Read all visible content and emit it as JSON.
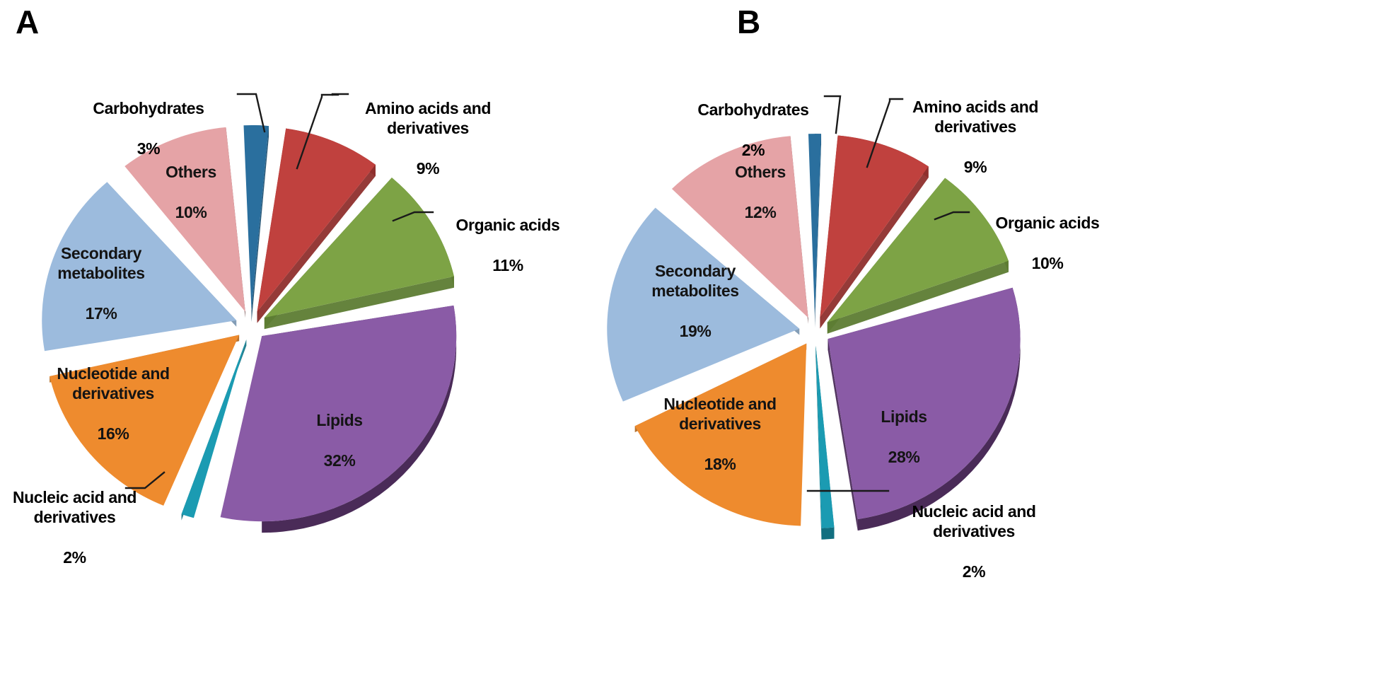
{
  "figure": {
    "panels": [
      {
        "letter": "A"
      },
      {
        "letter": "B"
      }
    ]
  },
  "colors": {
    "amino_acids": "#c0413e",
    "organic_acids": "#7da345",
    "lipids": "#8a5ba6",
    "nucleic_acid": "#1b9bb2",
    "nucleotide": "#ee8b2e",
    "secondary_metabolites": "#9cbbdd",
    "others": "#e5a3a6",
    "carbohydrates": "#2a6f9e",
    "amino_acids_side": "#8f2f2d",
    "organic_acids_side": "#5d7c33",
    "lipids_side": "#4a2b58",
    "nucleic_acid_side": "#126f80",
    "nucleotide_side": "#b06418",
    "secondary_metabolites_side": "#7592ae",
    "others_side": "#5e3434",
    "carbohydrates_side": "#1d4f70",
    "leader_line": "#1a1a1a",
    "text": "#111111",
    "background": "#ffffff"
  },
  "chart_data": [
    {
      "type": "pie",
      "panel": "A",
      "title": "",
      "legend_position": "labels-on-slices",
      "labels": [
        "Carbohydrates",
        "Amino acids and derivatives",
        "Organic acids",
        "Lipids",
        "Nucleic acid and derivatives",
        "Nucleotide and derivatives",
        "Secondary metabolites",
        "Others"
      ],
      "values": [
        3,
        9,
        11,
        32,
        2,
        16,
        17,
        10
      ],
      "value_labels": [
        "3%",
        "9%",
        "11%",
        "32%",
        "2%",
        "16%",
        "17%",
        "10%"
      ],
      "colors": [
        "#2a6f9e",
        "#c0413e",
        "#7da345",
        "#8a5ba6",
        "#1b9bb2",
        "#ee8b2e",
        "#9cbbdd",
        "#e5a3a6"
      ]
    },
    {
      "type": "pie",
      "panel": "B",
      "title": "",
      "legend_position": "labels-on-slices",
      "labels": [
        "Carbohydrates",
        "Amino acids and derivatives",
        "Organic acids",
        "Lipids",
        "Nucleic acid and derivatives",
        "Nucleotide and derivatives",
        "Secondary metabolites",
        "Others"
      ],
      "values": [
        2,
        9,
        10,
        28,
        2,
        18,
        19,
        12
      ],
      "value_labels": [
        "2%",
        "9%",
        "10%",
        "28%",
        "2%",
        "18%",
        "19%",
        "12%"
      ],
      "colors": [
        "#2a6f9e",
        "#c0413e",
        "#7da345",
        "#8a5ba6",
        "#1b9bb2",
        "#ee8b2e",
        "#9cbbdd",
        "#e5a3a6"
      ]
    }
  ],
  "panel_a": {
    "letter": "A",
    "labels": {
      "carbohydrates_name": "Carbohydrates",
      "carbohydrates_value": "3%",
      "amino_name": "Amino acids and\nderivatives",
      "amino_value": "9%",
      "organic_name": "Organic acids",
      "organic_value": "11%",
      "lipids_name": "Lipids",
      "lipids_value": "32%",
      "nucleic_name": "Nucleic acid and\nderivatives",
      "nucleic_value": "2%",
      "nucleotide_name": "Nucleotide and\nderivatives",
      "nucleotide_value": "16%",
      "secondary_name": "Secondary\nmetabolites",
      "secondary_value": "17%",
      "others_name": "Others",
      "others_value": "10%"
    }
  },
  "panel_b": {
    "letter": "B",
    "labels": {
      "carbohydrates_name": "Carbohydrates",
      "carbohydrates_value": "2%",
      "amino_name": "Amino acids and\nderivatives",
      "amino_value": "9%",
      "organic_name": "Organic acids",
      "organic_value": "10%",
      "lipids_name": "Lipids",
      "lipids_value": "28%",
      "nucleic_name": "Nucleic acid and\nderivatives",
      "nucleic_value": "2%",
      "nucleotide_name": "Nucleotide and\nderivatives",
      "nucleotide_value": "18%",
      "secondary_name": "Secondary\nmetabolites",
      "secondary_value": "19%",
      "others_name": "Others",
      "others_value": "12%"
    }
  }
}
